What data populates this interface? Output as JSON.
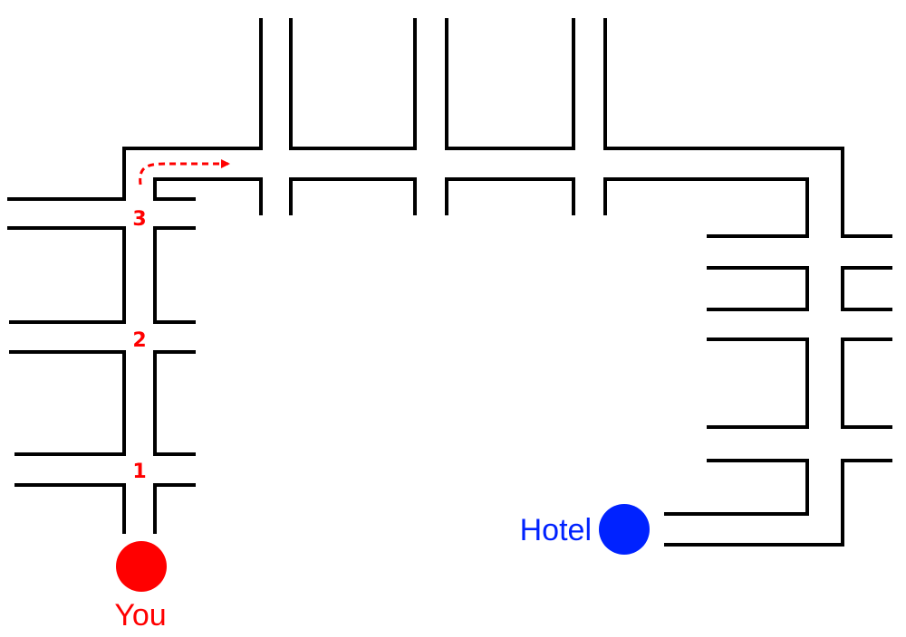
{
  "colors": {
    "road": "#000000",
    "you": "#ff0000",
    "hotel": "#0022ff",
    "route": "#ff0000",
    "background": "#ffffff"
  },
  "markers": {
    "you": {
      "label": "You",
      "icon": "red-dot-icon"
    },
    "hotel": {
      "label": "Hotel",
      "icon": "blue-dot-icon"
    }
  },
  "intersections": [
    {
      "number": "1"
    },
    {
      "number": "2"
    },
    {
      "number": "3"
    }
  ],
  "route": {
    "icon": "dashed-arrow-icon",
    "direction": "turn-right"
  }
}
